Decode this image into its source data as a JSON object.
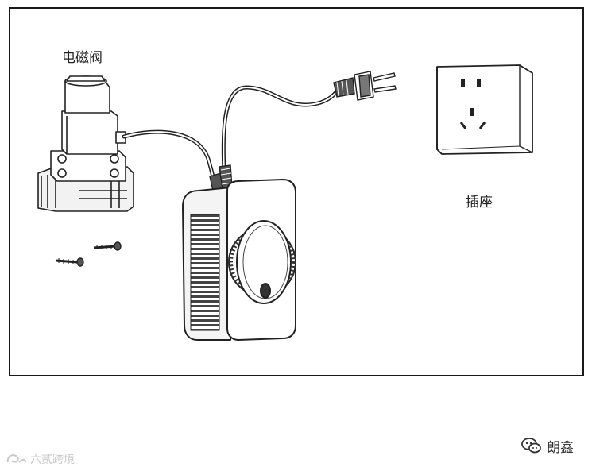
{
  "labels": {
    "solenoid_valve": "电磁阀",
    "outlet": "插座"
  },
  "watermarks": {
    "left_text": "六贰跨境",
    "right_text": "朗鑫"
  },
  "icons": {
    "left_logo": "swirl-logo-icon",
    "right_logo": "wechat-official-account-icon"
  }
}
